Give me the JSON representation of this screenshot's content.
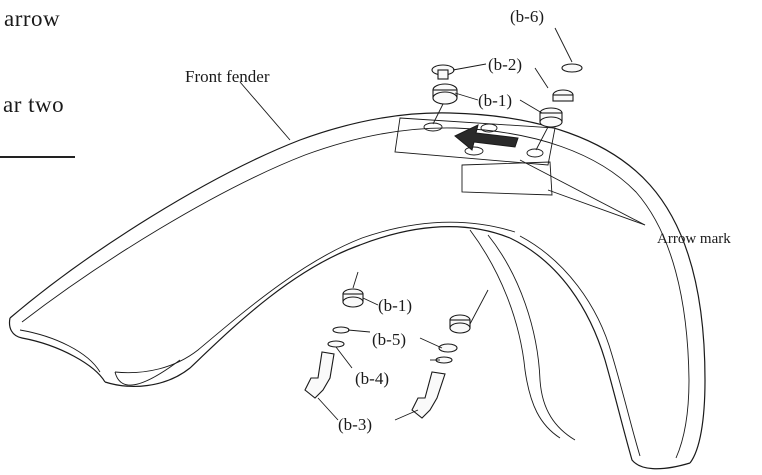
{
  "page_fragments": {
    "line1": "arrow",
    "line2": "ar two"
  },
  "labels": {
    "front_fender": "Front fender",
    "arrow_mark": "Arrow mark",
    "b6": "(b-6)",
    "b2": "(b-2)",
    "b1_top": "(b-1)",
    "b1_bottom": "(b-1)",
    "b5": "(b-5)",
    "b4": "(b-4)",
    "b3": "(b-3)"
  }
}
